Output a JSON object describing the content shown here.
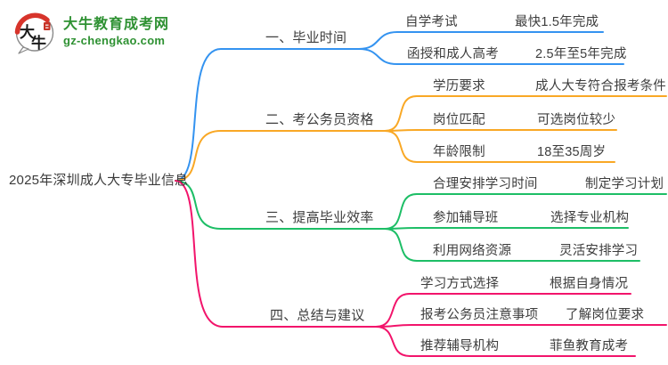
{
  "site": {
    "name": "大牛教育成考网",
    "domain": "gz-chengkao.com",
    "logo_glyph_1": "大",
    "logo_glyph_2": "牛",
    "brand_green": "#2e9132",
    "brand_red": "#d7342b"
  },
  "root": {
    "label": "2025年深圳成人大专毕业信息"
  },
  "branches": [
    {
      "label": "一、毕业时间",
      "color": "#3493f0",
      "children": [
        {
          "label": "自学考试",
          "value": "最快1.5年完成"
        },
        {
          "label": "函授和成人高考",
          "value": "2.5年至5年完成"
        }
      ]
    },
    {
      "label": "二、考公务员资格",
      "color": "#f9a825",
      "children": [
        {
          "label": "学历要求",
          "value": "成人大专符合报考条件"
        },
        {
          "label": "岗位匹配",
          "value": "可选岗位较少"
        },
        {
          "label": "年龄限制",
          "value": "18至35周岁"
        }
      ]
    },
    {
      "label": "三、提高毕业效率",
      "color": "#1dbe66",
      "children": [
        {
          "label": "合理安排学习时间",
          "value": "制定学习计划"
        },
        {
          "label": "参加辅导班",
          "value": "选择专业机构"
        },
        {
          "label": "利用网络资源",
          "value": "灵活安排学习"
        }
      ]
    },
    {
      "label": "四、总结与建议",
      "color": "#f2146b",
      "children": [
        {
          "label": "学习方式选择",
          "value": "根据自身情况"
        },
        {
          "label": "报考公务员注意事项",
          "value": "了解岗位要求"
        },
        {
          "label": "推荐辅导机构",
          "value": "菲鱼教育成考"
        }
      ]
    }
  ],
  "text_color": "#3d3d3d"
}
